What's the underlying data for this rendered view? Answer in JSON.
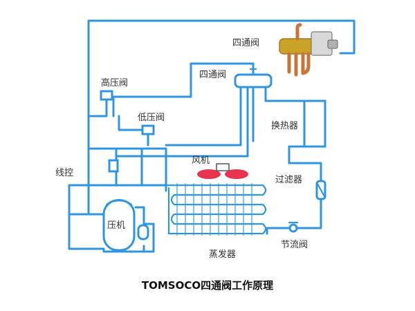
{
  "labels": {
    "four_way_valve_top": "四通阀",
    "four_way_valve": "四通阀",
    "high_pressure_valve": "高压阀",
    "low_pressure_valve": "低压阀",
    "heat_exchanger": "换热器",
    "fan": "风机",
    "wire_control": "线控",
    "filter": "过滤器",
    "compressor": "压机",
    "throttle_valve": "节流阀",
    "evaporator": "蒸发器"
  },
  "caption": "TOMSOCO四通阀工作原理",
  "colors": {
    "pipe": "#2f95e0",
    "fan_blade": "#e8344e",
    "valve_brass": "#c9a227",
    "valve_copper": "#c8743a"
  }
}
